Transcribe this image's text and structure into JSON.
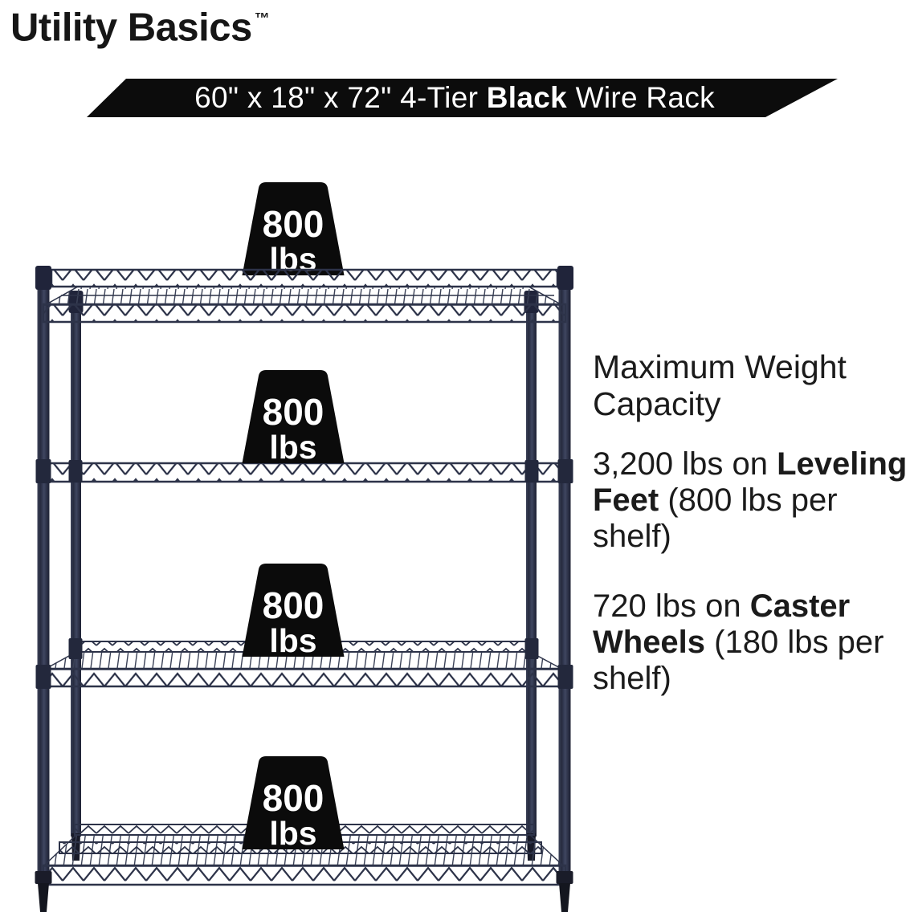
{
  "brand": {
    "name": "Utility Basics",
    "trademark": "™"
  },
  "banner": {
    "pre": "60\" x 18\" x 72\" 4-Tier ",
    "bold": "Black",
    "post": " Wire Rack",
    "background": "#0c0c0c",
    "text_color": "#ffffff"
  },
  "rack": {
    "tiers": 4,
    "frame_color": "#2d3349",
    "weight_marker_color": "#0b0b0b",
    "weights": [
      {
        "value": "800",
        "unit": "lbs"
      },
      {
        "value": "800",
        "unit": "lbs"
      },
      {
        "value": "800",
        "unit": "lbs"
      },
      {
        "value": "800",
        "unit": "lbs"
      }
    ]
  },
  "capacity": {
    "heading": "Maximum Weight Capacity",
    "leveling": {
      "pre": "3,200 lbs on ",
      "bold": "Leveling Feet",
      "post": " (800 lbs per shelf)"
    },
    "caster": {
      "pre": "720 lbs on ",
      "bold": "Caster Wheels",
      "post": " (180 lbs per shelf)"
    }
  }
}
